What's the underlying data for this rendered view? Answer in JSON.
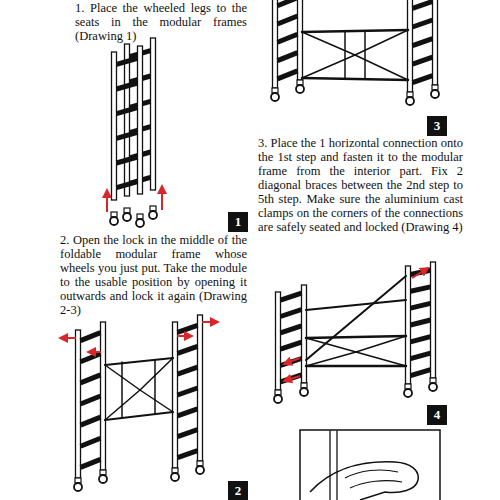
{
  "diagram": {
    "nodes": [
      {
        "text": [
          "1"
        ]
      },
      {
        "text": [
          "2"
        ]
      },
      {
        "text": [
          "3"
        ]
      },
      {
        "text": [
          "4"
        ]
      }
    ],
    "labels": [
      "1. Place the wheeled legs to the seats in the modular frames (Drawing 1)",
      "2. Open the lock in the middle of the foldable modular frame whose wheels you just put. Take the module to the usable position by opening it outwards and lock it again (Drawing 2-3)",
      "3. Place the 1 horizontal connection onto the 1st step and fasten it to the modular frame from the interior part. Fix 2 diagonal braces between the 2nd step to 5th step. Make sure the aluminium cast clamps on the corners of the connections are safely seated and locked (Drawing 4)"
    ]
  }
}
